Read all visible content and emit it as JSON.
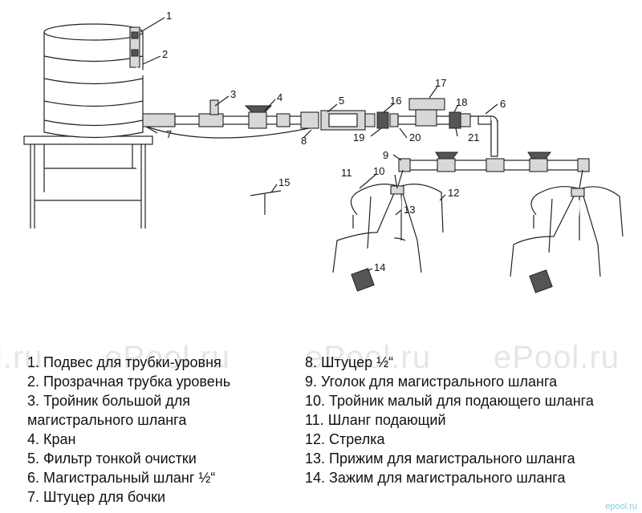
{
  "watermark": [
    "l.ru",
    "ePool.ru",
    "ePool.ru",
    "ePool.ru"
  ],
  "corner_mark": "epool.ru",
  "callouts": [
    "1",
    "2",
    "3",
    "4",
    "5",
    "6",
    "7",
    "8",
    "9",
    "10",
    "11",
    "12",
    "13",
    "14",
    "15",
    "16",
    "17",
    "18",
    "19",
    "20",
    "21"
  ],
  "legend_left": [
    "1. Подвес для трубки-уровня",
    "2. Прозрачная трубка уровень",
    "3. Тройник большой для магистрального шланга",
    "4. Кран",
    "5. Фильтр тонкой очистки",
    "6. Магистральный шланг ½“",
    "7. Штуцер для бочки"
  ],
  "legend_right": [
    "8. Штуцер ½“",
    "9. Уголок для магистрального шланга",
    "10. Тройник малый для подающего шланга",
    "11. Шланг подающий",
    "12. Стрелка",
    "13. Прижим для магистрального шланга",
    "14. Зажим для магистрального шланга"
  ]
}
